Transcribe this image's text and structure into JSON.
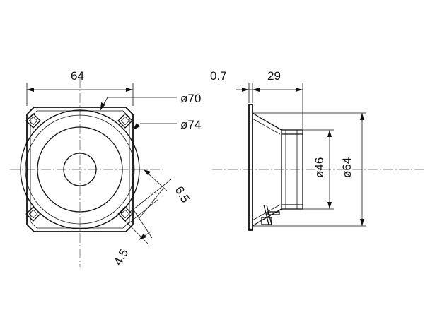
{
  "dimensions": {
    "front_width": "64",
    "front_dia_outer_mount": "ø70",
    "front_dia_frame": "ø74",
    "hole_offset": "6.5",
    "hole_size": "4.5",
    "flange_thickness": "0.7",
    "depth": "29",
    "magnet_dia": "ø46",
    "rear_dia": "ø64"
  }
}
